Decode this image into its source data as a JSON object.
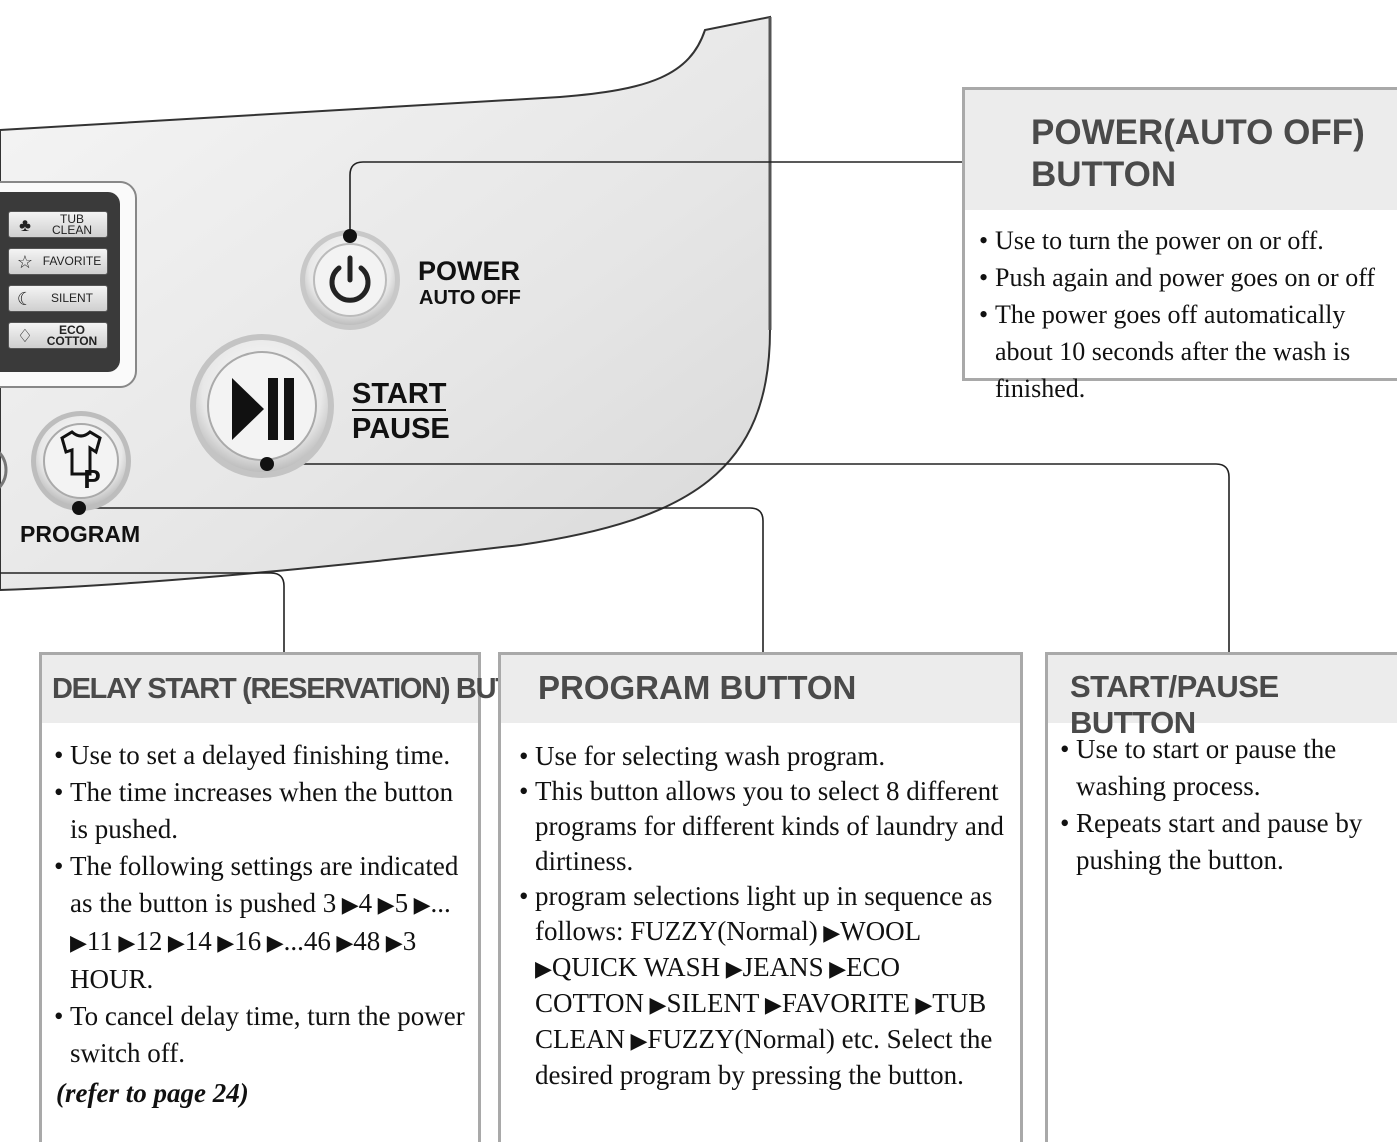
{
  "panel": {
    "mode_buttons": [
      {
        "label": "TUB CLEAN",
        "icon": "tub-clean-icon"
      },
      {
        "label": "FAVORITE",
        "icon": "star-icon"
      },
      {
        "label": "SILENT",
        "icon": "silent-moon-icon"
      },
      {
        "label": "ECO COTTON",
        "icon": "eco-leaf-icon"
      }
    ],
    "power": {
      "label1": "POWER",
      "label2": "AUTO OFF",
      "icon": "power-icon"
    },
    "start_pause": {
      "label1": "START",
      "label2": "PAUSE",
      "icon": "play-pause-icon"
    },
    "program": {
      "label": "PROGRAM",
      "icon": "shirt-p-icon",
      "icon_text": "P"
    }
  },
  "boxes": {
    "power": {
      "title1": "POWER(AUTO OFF)",
      "title2": "BUTTON",
      "items": [
        "Use to turn the power on or off.",
        "Push again and power goes on or off",
        "The power goes off automatically about 10 seconds after the wash is finished."
      ]
    },
    "delay": {
      "title": "DELAY START (RESERVATION) BUTTON",
      "items": [
        "Use to set a delayed finishing time.",
        "The time increases when the button is pushed."
      ],
      "sequence_intro": "The following settings are indicated as the button is pushed",
      "sequence": [
        "3",
        "4",
        "5",
        "...",
        "11",
        "12",
        "14",
        "16",
        "...46",
        "48",
        "3 HOUR."
      ],
      "cancel": "To cancel delay time, turn the power switch off.",
      "refer": "(refer to page 24)"
    },
    "program": {
      "title": "PROGRAM BUTTON",
      "items": [
        "Use for selecting wash program.",
        "This button allows you to select 8 different programs for different kinds of laundry and dirtiness."
      ],
      "sequence_intro": "program selections light up in sequence as follows:",
      "sequence": [
        "FUZZY(Normal)",
        "WOOL",
        "QUICK WASH",
        "JEANS",
        "ECO COTTON",
        "SILENT",
        "FAVORITE",
        "TUB CLEAN",
        "FUZZY(Normal) etc."
      ],
      "outro": "Select the desired program by pressing the button."
    },
    "start_pause": {
      "title": "START/PAUSE BUTTON",
      "items": [
        "Use to start or pause the washing process.",
        "Repeats start and pause by pushing the button."
      ]
    }
  }
}
